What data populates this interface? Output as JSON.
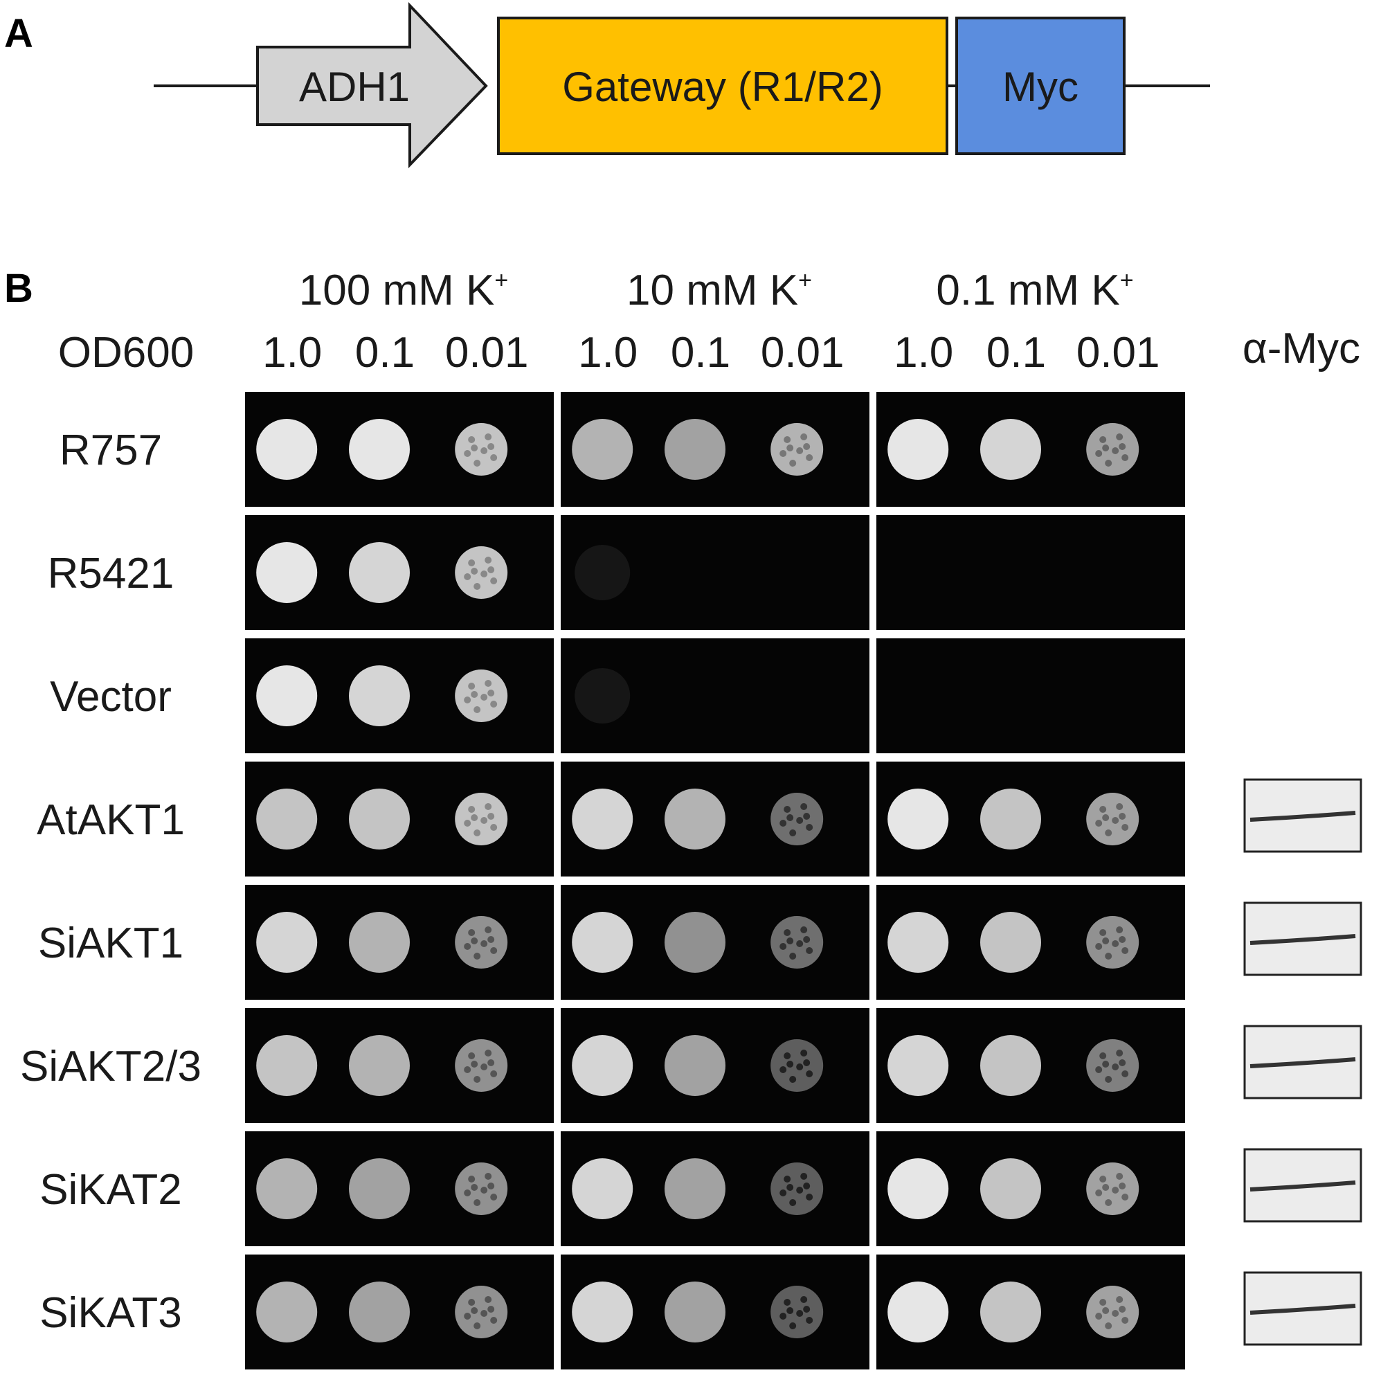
{
  "panels": {
    "a_letter": "A",
    "b_letter": "B"
  },
  "construct": {
    "promoter": "ADH1",
    "gateway": "Gateway (R1/R2)",
    "tag": "Myc",
    "colors": {
      "promoter": "#d3d3d3",
      "gateway": "#ffc000",
      "tag": "#5b8dde",
      "outline": "#1a1a1a"
    }
  },
  "assay": {
    "conditions": [
      {
        "label": "100 mM K",
        "sup": "+"
      },
      {
        "label": "10 mM K",
        "sup": "+"
      },
      {
        "label": "0.1 mM K",
        "sup": "+"
      }
    ],
    "od_label": "OD600",
    "dilutions": [
      "1.0",
      "0.1",
      "0.01"
    ],
    "western_label": "α-Myc",
    "rows": [
      {
        "name": "R757",
        "growth": [
          [
            1.0,
            1.0,
            0.8
          ],
          [
            0.7,
            0.6,
            0.7
          ],
          [
            1.0,
            0.9,
            0.6
          ]
        ],
        "western": false
      },
      {
        "name": "R5421",
        "growth": [
          [
            1.0,
            0.9,
            0.8
          ],
          [
            0.05,
            0.0,
            0.0
          ],
          [
            0.0,
            0.0,
            0.0
          ]
        ],
        "western": false
      },
      {
        "name": "Vector",
        "growth": [
          [
            1.0,
            0.9,
            0.8
          ],
          [
            0.05,
            0.0,
            0.0
          ],
          [
            0.0,
            0.0,
            0.0
          ]
        ],
        "western": false
      },
      {
        "name": "AtAKT1",
        "growth": [
          [
            0.8,
            0.8,
            0.8
          ],
          [
            0.9,
            0.7,
            0.3
          ],
          [
            1.0,
            0.8,
            0.6
          ]
        ],
        "western": true
      },
      {
        "name": "SiAKT1",
        "growth": [
          [
            0.9,
            0.7,
            0.5
          ],
          [
            0.9,
            0.5,
            0.3
          ],
          [
            0.9,
            0.8,
            0.5
          ]
        ],
        "western": true
      },
      {
        "name": "SiAKT2/3",
        "growth": [
          [
            0.8,
            0.7,
            0.5
          ],
          [
            0.9,
            0.6,
            0.2
          ],
          [
            0.9,
            0.8,
            0.4
          ]
        ],
        "western": true
      },
      {
        "name": "SiKAT2",
        "growth": [
          [
            0.7,
            0.6,
            0.5
          ],
          [
            0.9,
            0.6,
            0.2
          ],
          [
            1.0,
            0.8,
            0.6
          ]
        ],
        "western": true
      },
      {
        "name": "SiKAT3",
        "growth": [
          [
            0.7,
            0.6,
            0.5
          ],
          [
            0.9,
            0.6,
            0.2
          ],
          [
            1.0,
            0.8,
            0.6
          ]
        ],
        "western": true
      }
    ]
  }
}
